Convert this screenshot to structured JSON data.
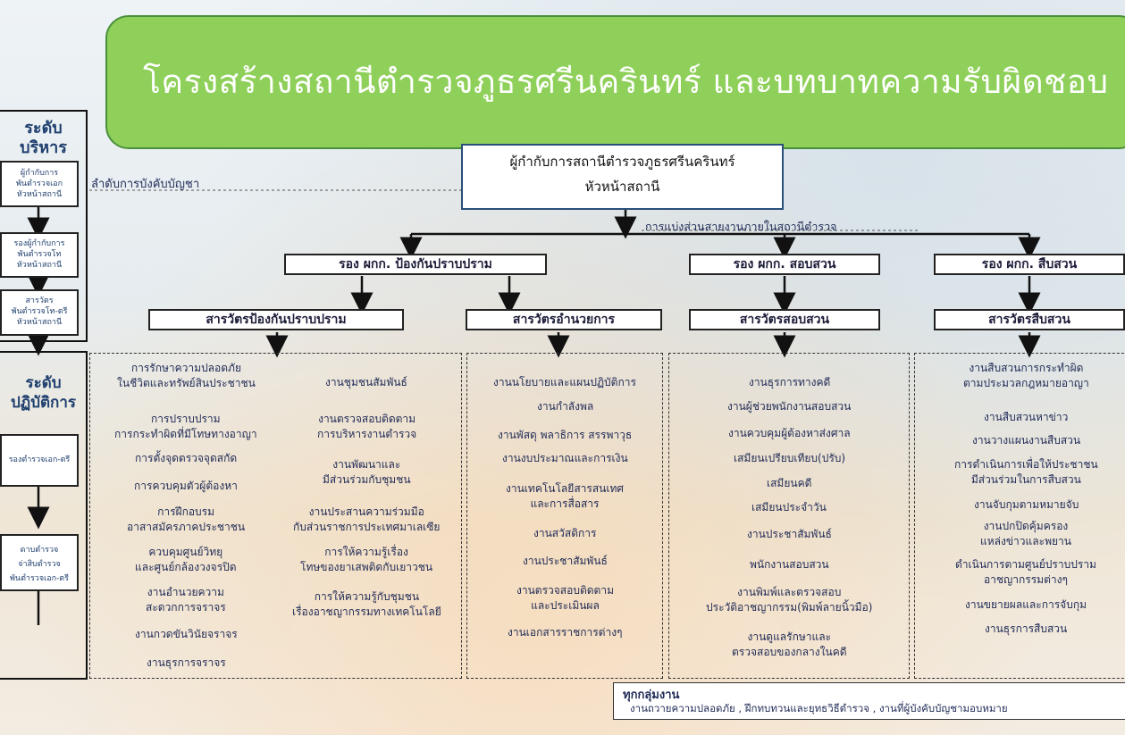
{
  "title": "โครงสร้างสถานีตำรวจภูธรศรีนครินทร์ และบทบาทความรับผิดชอบ",
  "left_panel": {
    "admin_level": [
      "ระดับ",
      "บริหาร"
    ],
    "admin_boxes": [
      [
        "ผู้กำกับการ",
        "พันตำรวจเอก",
        "หัวหน้าสถานี"
      ],
      [
        "รองผู้กำกับการ",
        "พันตำรวจโท",
        "หัวหน้าสถานี"
      ],
      [
        "สารวัตร",
        "พันตำรวจโท-ตรี",
        "หัวหน้าสถานี"
      ]
    ],
    "ops_level": [
      "ระดับ",
      "ปฏิบัติการ"
    ],
    "ops_box1": "รองตำรวจเอก-ตรี",
    "ops_box2": [
      "ดาบตำรวจ",
      "จ่าสิบตำรวจ",
      "พันตำรวจเอก-ตรี"
    ]
  },
  "chief": {
    "line1": "ผู้กำกับการสถานีตำรวจภูธรศรีนครินทร์",
    "line2": "หัวหน้าสถานี"
  },
  "chain_of_command": "ลำดับการบังคับบัญชา",
  "division_note": "การแบ่งส่วนสายงานภายในสถานีตำรวจ",
  "deputies": [
    "รอง ผกก. ป้องกันปราบปราม",
    "รอง ผกก. สอบสวน",
    "รอง ผกก. สืบสวน"
  ],
  "inspectors": [
    "สารวัตรป้องกันปราบปราม",
    "สารวัตรอำนวยการ",
    "สารวัตรสอบสวน",
    "สารวัตรสืบสวน"
  ],
  "col1a": [
    [
      "การรักษาความปลอดภัย",
      "ในชีวิตและทรัพย์สินประชาชน"
    ],
    [
      "การปราบปราม",
      "การกระทำผิดที่มีโทษทางอาญา"
    ],
    [
      "การตั้งจุดตรวจจุดสกัด"
    ],
    [
      "การควบคุมตัวผู้ต้องหา"
    ],
    [
      "การฝึกอบรม",
      "อาสาสมัครภาคประชาชน"
    ],
    [
      "ควบคุมศูนย์วิทยุ",
      "และศูนย์กล้องวงจรปิด"
    ],
    [
      "งานอำนวยความ",
      "สะดวกการจราจร"
    ],
    [
      "งานกวดขันวินัยจราจร"
    ],
    [
      "งานธุรการจราจร"
    ]
  ],
  "col1b": [
    [
      "งานชุมชนสัมพันธ์"
    ],
    [
      "งานตรวจสอบติดตาม",
      "การบริหารงานตำรวจ"
    ],
    [
      "งานพัฒนาและ",
      "มีส่วนร่วมกับชุมชน"
    ],
    [
      "งานประสานความร่วมมือ",
      "กับส่วนราชการประเทศมาเลเซีย"
    ],
    [
      "การให้ความรู้เรื่อง",
      "โทษของยาเสพติดกับเยาวชน"
    ],
    [
      "การให้ความรู้กับชุมชน",
      "เรื่องอาชญากรรมทางเทคโนโลยี"
    ]
  ],
  "col2": [
    [
      "งานนโยบายและแผนปฏิบัติการ"
    ],
    [
      "งานกำลังพล"
    ],
    [
      "งานพัสดุ พลาธิการ สรรพาวุธ"
    ],
    [
      "งานงบประมาณและการเงิน"
    ],
    [
      "งานเทคโนโลยีสารสนเทศ",
      "และการสื่อสาร"
    ],
    [
      "งานสวัสดิการ"
    ],
    [
      "งานประชาสัมพันธ์"
    ],
    [
      "งานตรวจสอบติดตาม",
      "และประเมินผล"
    ],
    [
      "งานเอกสารราชการต่างๆ"
    ]
  ],
  "col3": [
    [
      "งานธุรการทางคดี"
    ],
    [
      "งานผู้ช่วยพนักงานสอบสวน"
    ],
    [
      "งานควบคุมผู้ต้องหาส่งศาล"
    ],
    [
      "เสมียนเปรียบเทียบ(ปรับ)"
    ],
    [
      "เสมียนคดี"
    ],
    [
      "เสมียนประจำวัน"
    ],
    [
      "งานประชาสัมพันธ์"
    ],
    [
      "พนักงานสอบสวน"
    ],
    [
      "งานพิมพ์และตรวจสอบ",
      "ประวัติอาชญากรรม(พิมพ์ลายนิ้วมือ)"
    ],
    [
      "งานดูแลรักษาและ",
      "ตรวจสอบของกลางในคดี"
    ]
  ],
  "col4": [
    [
      "งานสืบสวนการกระทำผิด",
      "ตามประมวลกฎหมายอาญา"
    ],
    [
      "งานสืบสวนหาข่าว"
    ],
    [
      "งานวางแผนงานสืบสวน"
    ],
    [
      "การดำเนินการเพื่อให้ประชาชน",
      "มีส่วนร่วมในการสืบสวน"
    ],
    [
      "งานจับกุมตามหมายจับ"
    ],
    [
      "งานปกปิดคุ้มครอง",
      "แหล่งข่าวและพยาน"
    ],
    [
      "ดำเนินการตามศูนย์ปราบปราม",
      "อาชญากรรมต่างๆ"
    ],
    [
      "งานขยายผลและการจับกุม"
    ],
    [
      "งานธุรการสืบสวน"
    ]
  ],
  "all_groups": {
    "label": "ทุกกลุ่มงาน",
    "text": "งานถวายความปลอดภัย , ฝึกทบทวนและยุทธวิธีตำรวจ , งานที่ผู้บังคับบัญชามอบหมาย"
  }
}
